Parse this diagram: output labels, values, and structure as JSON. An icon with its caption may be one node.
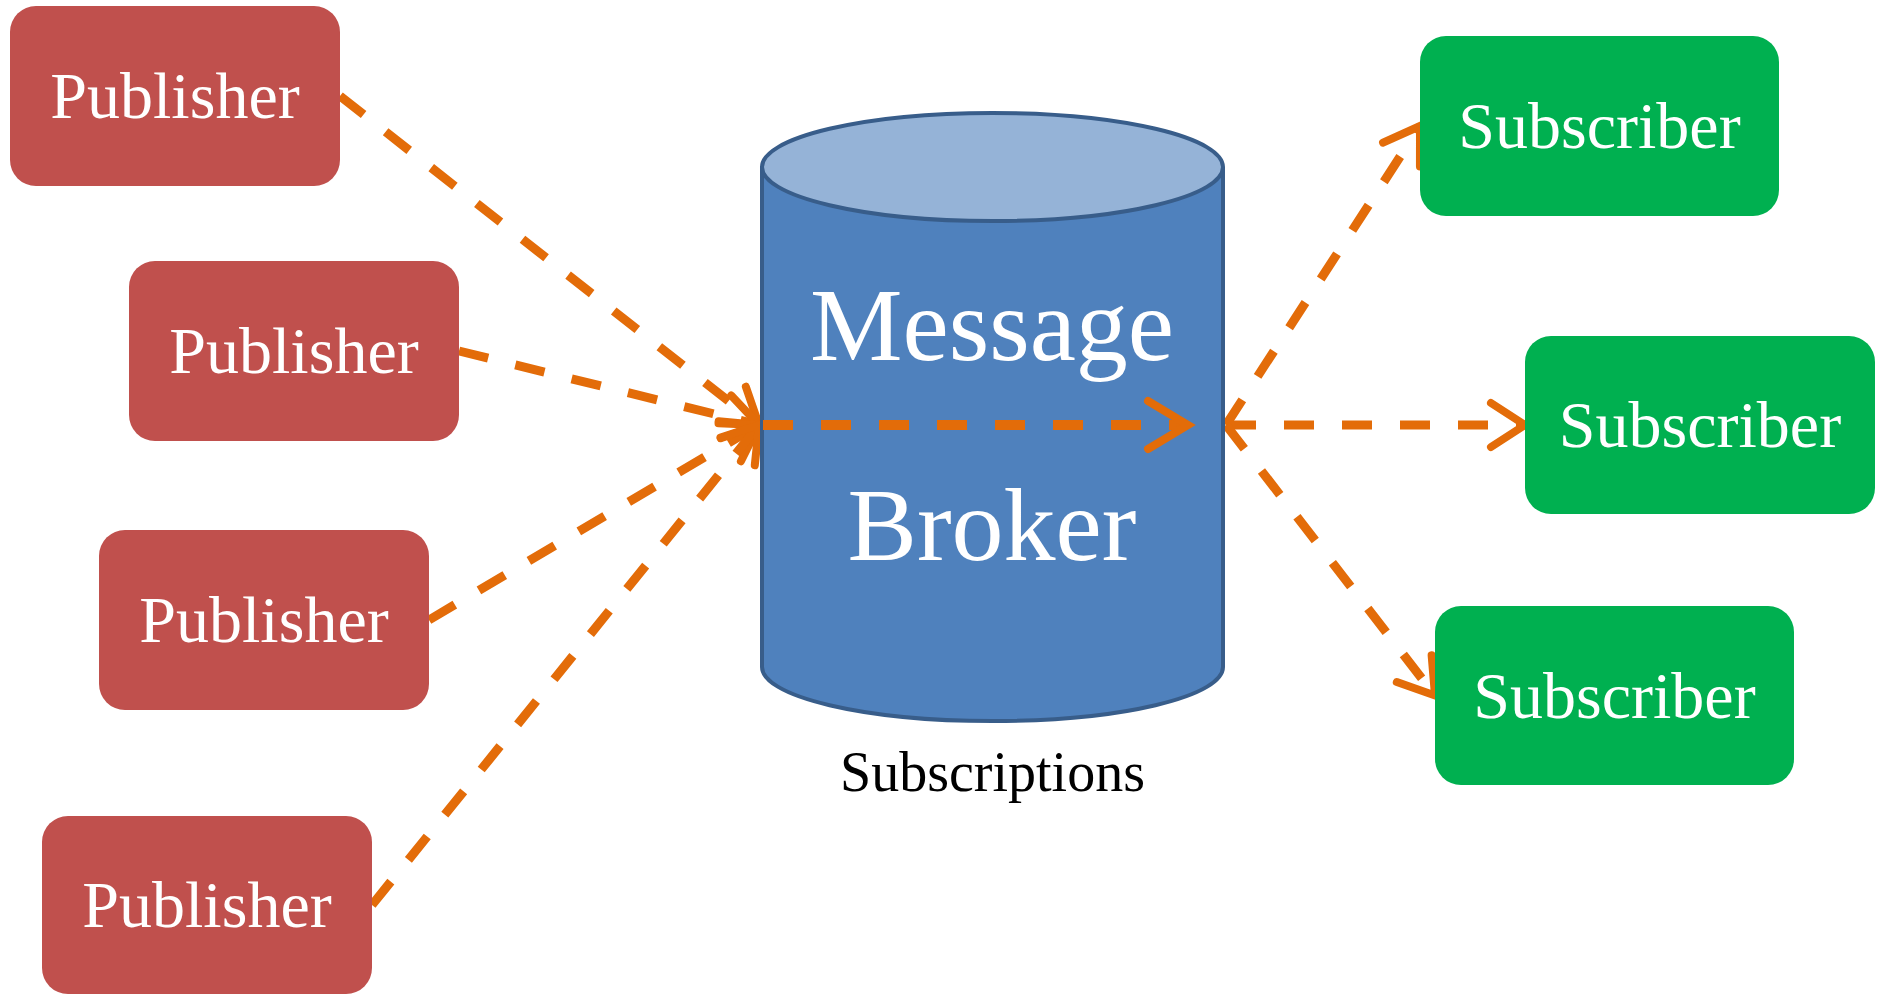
{
  "diagram": {
    "nodes": [
      {
        "text": [
          "Publisher"
        ]
      },
      {
        "text": [
          "Publisher"
        ]
      },
      {
        "text": [
          "Publisher"
        ]
      },
      {
        "text": [
          "Publisher"
        ]
      },
      {
        "text": [
          "Message Broker"
        ],
        "beside": [
          "Subscriptions"
        ]
      },
      {
        "text": [
          "Subscriber"
        ]
      },
      {
        "text": [
          "Subscriber"
        ]
      },
      {
        "text": [
          "Subscriber"
        ]
      }
    ],
    "edges": [
      {
        "from": 0,
        "to": 4,
        "arrow": "to",
        "style": "dashed"
      },
      {
        "from": 1,
        "to": 4,
        "arrow": "to",
        "style": "dashed"
      },
      {
        "from": 2,
        "to": 4,
        "arrow": "to",
        "style": "dashed"
      },
      {
        "from": 3,
        "to": 4,
        "arrow": "to",
        "style": "dashed"
      },
      {
        "from": 4,
        "to": 5,
        "arrow": "to",
        "style": "dashed"
      },
      {
        "from": 4,
        "to": 6,
        "arrow": "to",
        "style": "dashed"
      },
      {
        "from": 4,
        "to": 7,
        "arrow": "to",
        "style": "dashed"
      }
    ]
  }
}
